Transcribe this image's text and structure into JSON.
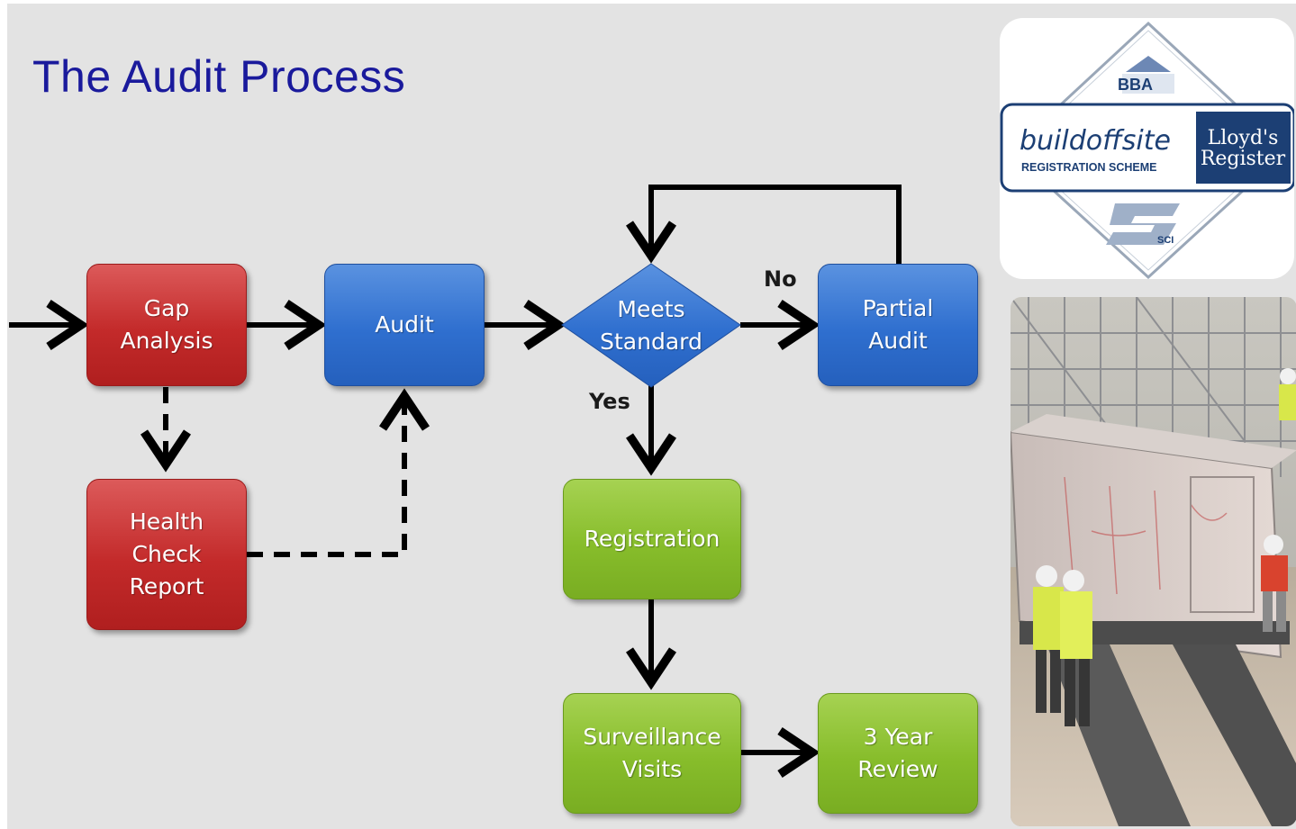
{
  "title": "The Audit Process",
  "nodes": {
    "gap_analysis": "Gap\nAnalysis",
    "audit": "Audit",
    "meets_standard": "Meets\nStandard",
    "partial_audit": "Partial\nAudit",
    "health_check": "Health\nCheck\nReport",
    "registration": "Registration",
    "surveillance": "Surveillance\nVisits",
    "year_review": "3 Year\nReview"
  },
  "edge_labels": {
    "no": "No",
    "yes": "Yes"
  },
  "logo": {
    "bba": "BBA",
    "brand": "buildoffsite",
    "scheme": "REGISTRATION SCHEME",
    "lloyds_line1": "Lloyd's",
    "lloyds_line2": "Register",
    "sci": "SCI"
  },
  "colors": {
    "title": "#1a1a9c",
    "red": "#c32a2a",
    "blue": "#2f6fcf",
    "green": "#87bd2b",
    "logo_navy": "#1c3f74"
  }
}
